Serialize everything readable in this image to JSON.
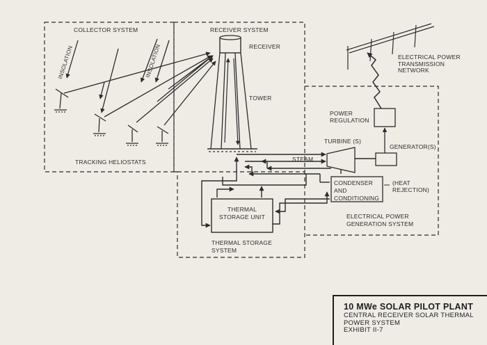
{
  "systems": {
    "collector": "COLLECTOR SYSTEM",
    "receiver": "RECEIVER SYSTEM",
    "electrical_generation": "ELECTRICAL POWER GENERATION SYSTEM",
    "thermal_storage": "THERMAL STORAGE SYSTEM"
  },
  "components": {
    "receiver": "RECEIVER",
    "tower": "TOWER",
    "tracking_heliostats": "TRACKING HELIOSTATS",
    "insolation_1": "INSOLATION",
    "insolation_2": "INSOLATION",
    "transmission_network": "ELECTRICAL POWER TRANSMISSION NETWORK",
    "power_regulation": "POWER REGULATION",
    "turbine": "TURBINE (S)",
    "generator": "GENERATOR(S)",
    "steam": "STEAM",
    "condenser": "CONDENSER AND CONDITIONING",
    "heat_rejection": "(HEAT REJECTION)",
    "thermal_storage_unit": "THERMAL STORAGE UNIT"
  },
  "title_block": {
    "title": "10 MWe SOLAR PILOT PLANT",
    "line1": "CENTRAL RECEIVER SOLAR THERMAL",
    "line2": "POWER SYSTEM",
    "line3": "EXHIBIT II-7"
  },
  "colors": {
    "ink": "#2b2b2b",
    "paper": "#efece6"
  }
}
